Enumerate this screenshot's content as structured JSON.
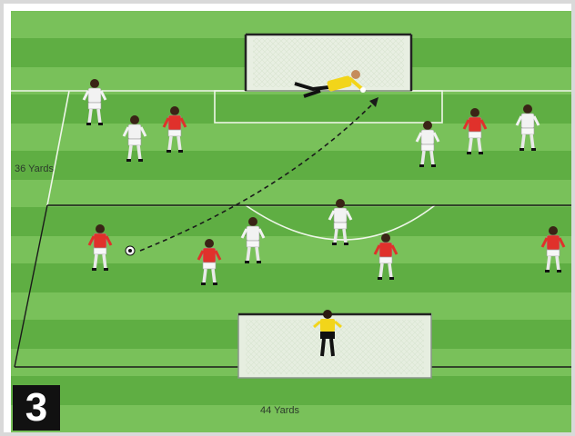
{
  "diagram": {
    "step_number": "3",
    "length_label": "36 Yards",
    "width_label": "44 Yards"
  },
  "colors": {
    "grass_dark": "#5fae43",
    "grass_light": "#79c15a",
    "line": "#eef6e8",
    "red_team": "#e0312b",
    "white_team": "#f2f2f2",
    "goalkeeper": "#f2d51a",
    "shorts": "#f7f7f7"
  },
  "players": [
    {
      "team": "white",
      "name": "white-player"
    },
    {
      "team": "white",
      "name": "white-player"
    },
    {
      "team": "red",
      "name": "red-player"
    },
    {
      "team": "white",
      "name": "white-player"
    },
    {
      "team": "red",
      "name": "red-player"
    },
    {
      "team": "white",
      "name": "white-player"
    },
    {
      "team": "red",
      "name": "red-player-shooter"
    },
    {
      "team": "red",
      "name": "red-player"
    },
    {
      "team": "white",
      "name": "white-player"
    },
    {
      "team": "white",
      "name": "white-player"
    },
    {
      "team": "red",
      "name": "red-player"
    },
    {
      "team": "red",
      "name": "red-player"
    }
  ],
  "goalkeepers": [
    {
      "name": "goalkeeper-diving"
    },
    {
      "name": "goalkeeper-standing"
    }
  ]
}
